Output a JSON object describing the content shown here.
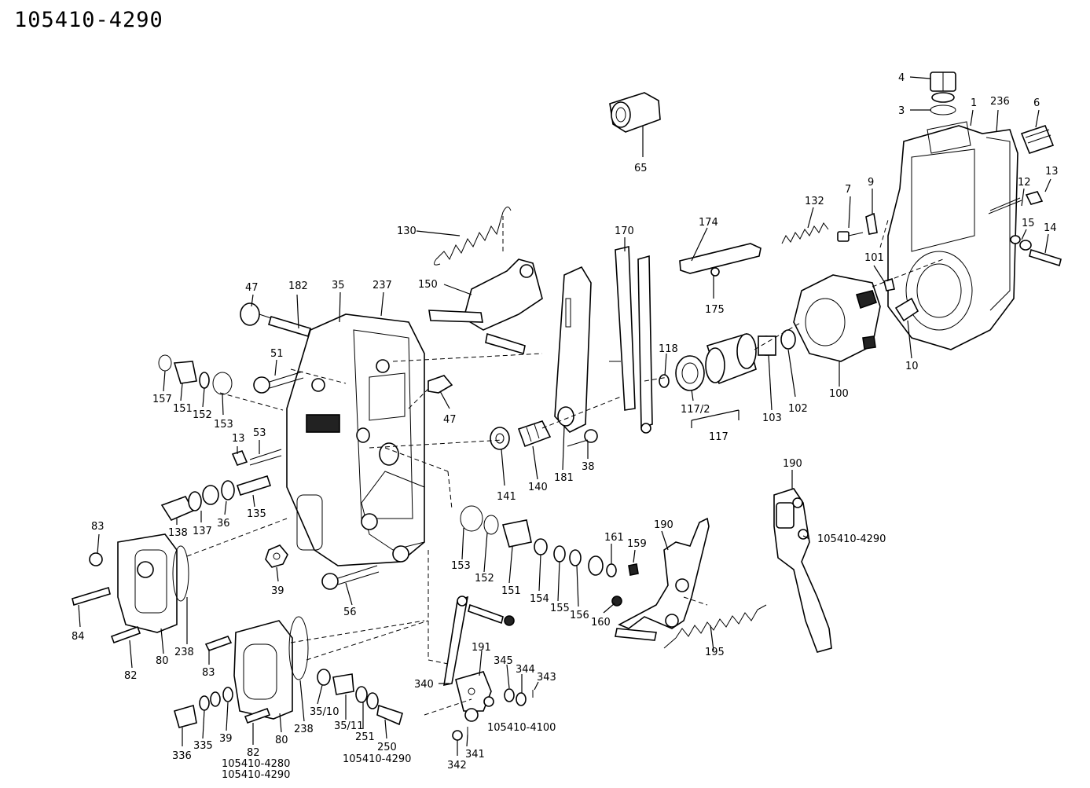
{
  "header": {
    "title": "105410-4290"
  },
  "callouts": [
    {
      "key": "4",
      "text": "4"
    },
    {
      "key": "3",
      "text": "3"
    },
    {
      "key": "1",
      "text": "1"
    },
    {
      "key": "236",
      "text": "236"
    },
    {
      "key": "6",
      "text": "6"
    },
    {
      "key": "65",
      "text": "65"
    },
    {
      "key": "13a",
      "text": "13"
    },
    {
      "key": "12",
      "text": "12"
    },
    {
      "key": "15",
      "text": "15"
    },
    {
      "key": "14",
      "text": "14"
    },
    {
      "key": "7",
      "text": "7"
    },
    {
      "key": "9",
      "text": "9"
    },
    {
      "key": "132",
      "text": "132"
    },
    {
      "key": "174",
      "text": "174"
    },
    {
      "key": "175",
      "text": "175"
    },
    {
      "key": "170",
      "text": "170"
    },
    {
      "key": "130",
      "text": "130"
    },
    {
      "key": "150",
      "text": "150"
    },
    {
      "key": "101",
      "text": "101"
    },
    {
      "key": "10",
      "text": "10"
    },
    {
      "key": "100",
      "text": "100"
    },
    {
      "key": "102",
      "text": "102"
    },
    {
      "key": "103",
      "text": "103"
    },
    {
      "key": "118",
      "text": "118"
    },
    {
      "key": "117_2",
      "text": "117/2"
    },
    {
      "key": "117",
      "text": "117"
    },
    {
      "key": "47a",
      "text": "47"
    },
    {
      "key": "182",
      "text": "182"
    },
    {
      "key": "35",
      "text": "35"
    },
    {
      "key": "237",
      "text": "237"
    },
    {
      "key": "51",
      "text": "51"
    },
    {
      "key": "47b",
      "text": "47"
    },
    {
      "key": "157",
      "text": "157"
    },
    {
      "key": "151a",
      "text": "151"
    },
    {
      "key": "152a",
      "text": "152"
    },
    {
      "key": "153a",
      "text": "153"
    },
    {
      "key": "13b",
      "text": "13"
    },
    {
      "key": "53",
      "text": "53"
    },
    {
      "key": "141",
      "text": "141"
    },
    {
      "key": "140",
      "text": "140"
    },
    {
      "key": "181",
      "text": "181"
    },
    {
      "key": "38",
      "text": "38"
    },
    {
      "key": "190a",
      "text": "190"
    },
    {
      "key": "190b",
      "text": "190"
    },
    {
      "key": "ref4290a",
      "text": "105410-4290"
    },
    {
      "key": "138",
      "text": "138"
    },
    {
      "key": "137",
      "text": "137"
    },
    {
      "key": "36",
      "text": "36"
    },
    {
      "key": "135",
      "text": "135"
    },
    {
      "key": "83a",
      "text": "83"
    },
    {
      "key": "153b",
      "text": "153"
    },
    {
      "key": "152b",
      "text": "152"
    },
    {
      "key": "151b",
      "text": "151"
    },
    {
      "key": "154",
      "text": "154"
    },
    {
      "key": "155",
      "text": "155"
    },
    {
      "key": "156",
      "text": "156"
    },
    {
      "key": "161",
      "text": "161"
    },
    {
      "key": "159",
      "text": "159"
    },
    {
      "key": "160",
      "text": "160"
    },
    {
      "key": "195",
      "text": "195"
    },
    {
      "key": "39a",
      "text": "39"
    },
    {
      "key": "56",
      "text": "56"
    },
    {
      "key": "84",
      "text": "84"
    },
    {
      "key": "82a",
      "text": "82"
    },
    {
      "key": "80a",
      "text": "80"
    },
    {
      "key": "238a",
      "text": "238"
    },
    {
      "key": "83b",
      "text": "83"
    },
    {
      "key": "191",
      "text": "191"
    },
    {
      "key": "345",
      "text": "345"
    },
    {
      "key": "344",
      "text": "344"
    },
    {
      "key": "343",
      "text": "343"
    },
    {
      "key": "340",
      "text": "340"
    },
    {
      "key": "35_10",
      "text": "35/10"
    },
    {
      "key": "35_11",
      "text": "35/11"
    },
    {
      "key": "251",
      "text": "251"
    },
    {
      "key": "250",
      "text": "250"
    },
    {
      "key": "ref4100",
      "text": "105410-4100"
    },
    {
      "key": "336",
      "text": "336"
    },
    {
      "key": "335",
      "text": "335"
    },
    {
      "key": "39b",
      "text": "39"
    },
    {
      "key": "82b",
      "text": "82"
    },
    {
      "key": "80b",
      "text": "80"
    },
    {
      "key": "238b",
      "text": "238"
    },
    {
      "key": "ref4280",
      "text": "105410-4280"
    },
    {
      "key": "ref4290b",
      "text": "105410-4290"
    },
    {
      "key": "ref4290c",
      "text": "105410-4290"
    },
    {
      "key": "342",
      "text": "342"
    },
    {
      "key": "341",
      "text": "341"
    }
  ]
}
